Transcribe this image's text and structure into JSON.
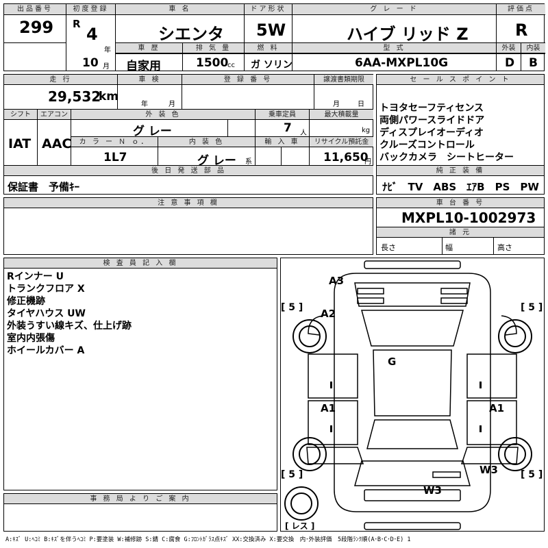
{
  "header": {
    "lot_label": "出品番号",
    "lot": "299",
    "first_reg_label": "初度登録",
    "era": "R",
    "year": "4",
    "year_unit": "年",
    "month": "10",
    "month_unit": "月",
    "car_name_label": "車 名",
    "car_name": "シエンタ",
    "door_label": "ドア形状",
    "door": "5W",
    "grade_label": "グ レ ー ド",
    "grade": "ハイブ リッド Z",
    "score_label": "評価点",
    "score": "R",
    "history_label": "車 歴",
    "history": "自家用",
    "displacement_label": "排 気 量",
    "displacement": "1500",
    "displacement_unit": "cc",
    "fuel_label": "燃 料",
    "fuel": "ガ ソリン",
    "model_label": "型 式",
    "model": "6AA-MXPL10G",
    "exterior_label": "外装",
    "exterior": "D",
    "interior_label": "内装",
    "interior": "B"
  },
  "middle": {
    "mileage_label": "走 行",
    "mileage": "29,532",
    "mileage_unit": "km",
    "inspection_label": "車 検",
    "inspection_year": "年",
    "inspection_month": "月",
    "reg_no_label": "登 録 番 号",
    "transfer_label": "譲渡書類期限",
    "transfer_month": "月",
    "transfer_day": "日",
    "sales_label": "セ ー ル ス ポ イ ン ト",
    "sales_points": [
      "トヨタセーフティセンス",
      "両側パワースライドドア",
      "ディスプレイオーディオ",
      "クルーズコントロール",
      "バックカメラ　シートヒーター"
    ],
    "shift_label": "シフト",
    "shift": "IAT",
    "ac_label": "エアコン",
    "ac": "AAC",
    "ext_color_label": "外 装 色",
    "ext_color": "グ レー",
    "capacity_label": "乗車定員",
    "capacity": "7",
    "capacity_unit": "人",
    "load_label": "最大積載量",
    "load_unit": "kg",
    "color_no_label": "カ ラ ー Ｎ ｏ．",
    "color_no": "1L7",
    "int_color_label": "内 装 色",
    "int_color": "グ レー",
    "int_color_unit": "系",
    "import_label": "輸 入 車",
    "recycle_label": "リサイクル預託金",
    "recycle": "11,650",
    "recycle_unit": "円",
    "later_label": "後 日 発 送 部 品",
    "later": "保証書　予備ｷｰ",
    "equip_label": "純 正 装 備",
    "equip": "ﾅﾋﾞ　TV　ABS　ｴｱB　PS　PW",
    "notes_label": "注 意 事 項 欄",
    "chassis_label": "車 台 番 号",
    "chassis": "MXPL10-1002973",
    "spec_label": "諸 元",
    "len_label": "長さ",
    "width_label": "幅",
    "height_label": "高さ"
  },
  "inspector": {
    "label": "検 査 員 記 入 欄",
    "lines": [
      "Rインナー U",
      "トランクフロア X",
      "修正機跡",
      "タイヤハウス UW",
      "外装うすい線キズ、仕上げ跡",
      "室内内張傷",
      "ホイールカバー A"
    ]
  },
  "office": {
    "label": "事 務 局 よ り ご 案 内"
  },
  "diagram": {
    "marks": {
      "a3": "A3",
      "a2": "A2",
      "g": "G",
      "a1l": "A1",
      "a1r": "A1",
      "w3r": "W3",
      "w3b": "W3"
    },
    "tire_fl": "[ 5 ]",
    "tire_fr": "[ 5 ]",
    "tire_rl": "[ 5 ]",
    "tire_rr": "[ 5 ]",
    "spare": "[ レス ]"
  },
  "legend": "A:ｷｽﾞ U:ﾍｺﾐ B:ｷｽﾞを伴うﾍｺﾐ P:要塗装 W:補修跡 S:錆 C:腐食 G:ﾌﾛﾝﾄｶﾞﾗｽ点ｷｽﾞ XX:交換済み X:要交換　内･外装評価　5段階ﾗﾝｸ順(A･B･C･D･E) 1"
}
